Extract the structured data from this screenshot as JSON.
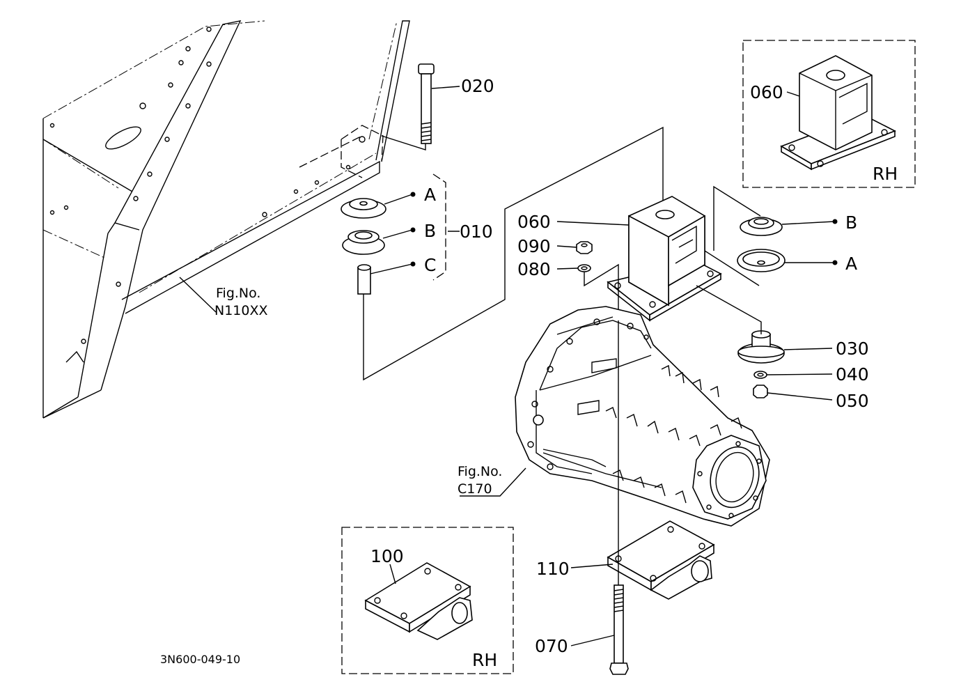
{
  "labels": {
    "p020": "020",
    "p010": "010",
    "a1": "A",
    "b1": "B",
    "c1": "C",
    "p060": "060",
    "p060_rh": "060",
    "rh_top": "RH",
    "p090": "090",
    "p080": "080",
    "b2": "B",
    "a2": "A",
    "p030": "030",
    "p040": "040",
    "p050": "050",
    "p100": "100",
    "rh_bottom": "RH",
    "p110": "110",
    "p070": "070"
  },
  "references": {
    "frame_fig": "Fig.No.",
    "frame_code": "N110XX",
    "housing_fig": "Fig.No.",
    "housing_code": "C170"
  },
  "drawing_code": "3N600-049-10"
}
